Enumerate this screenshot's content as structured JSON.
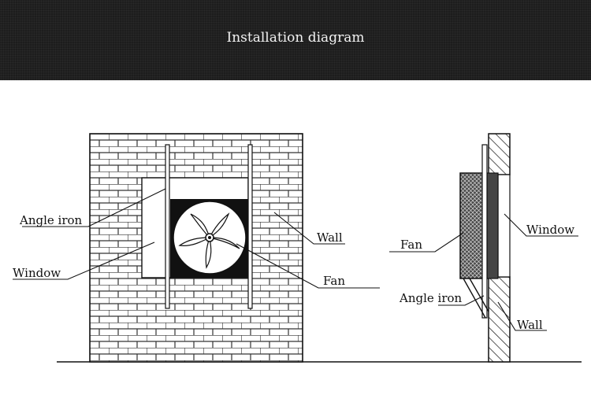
{
  "header": {
    "title": "Installation diagram"
  },
  "front_view": {
    "labels": {
      "angle_iron": "Angle iron",
      "window": "Window",
      "wall": "Wall",
      "fan": "Fan"
    }
  },
  "side_view": {
    "labels": {
      "fan": "Fan",
      "window": "Window",
      "angle_iron": "Angle iron",
      "wall": "Wall"
    }
  }
}
